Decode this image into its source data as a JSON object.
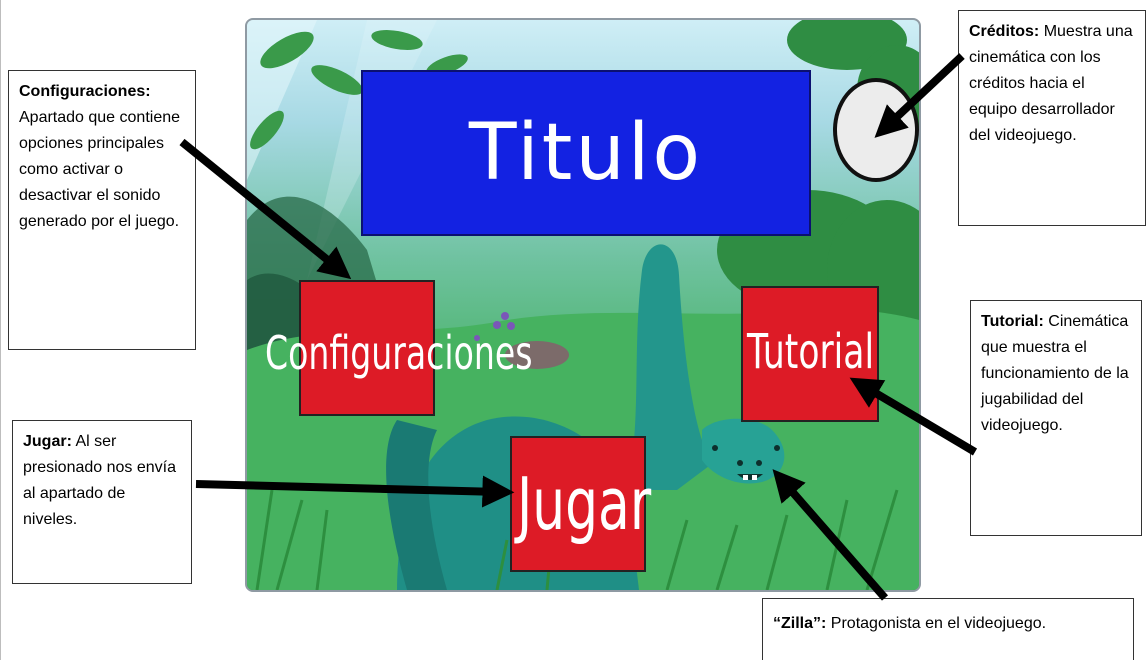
{
  "game_screen": {
    "title": "Titulo",
    "buttons": {
      "configuraciones": "Configuraciones",
      "tutorial": "Tutorial",
      "jugar": "Jugar"
    }
  },
  "annotations": {
    "configuraciones": {
      "term": "Configuraciones:",
      "description": "Apartado que contiene opciones principales como activar o desactivar el sonido generado por el juego."
    },
    "creditos": {
      "term": "Créditos:",
      "description": "Muestra una cinemática con los créditos hacia el equipo desarrollador del videojuego."
    },
    "tutorial": {
      "term": "Tutorial:",
      "description": "Cinemática que muestra el funcionamiento de la jugabilidad del videojuego."
    },
    "jugar": {
      "term": "Jugar:",
      "description": "Al ser presionado nos envía al apartado de niveles."
    },
    "zilla": {
      "term": "“Zilla”:",
      "description": "Protagonista en el videojuego."
    }
  },
  "colors": {
    "title_box": "#1322e2",
    "buttons": "#dd1b26",
    "grass": "#3fae59",
    "dino": "#1f8f86"
  }
}
